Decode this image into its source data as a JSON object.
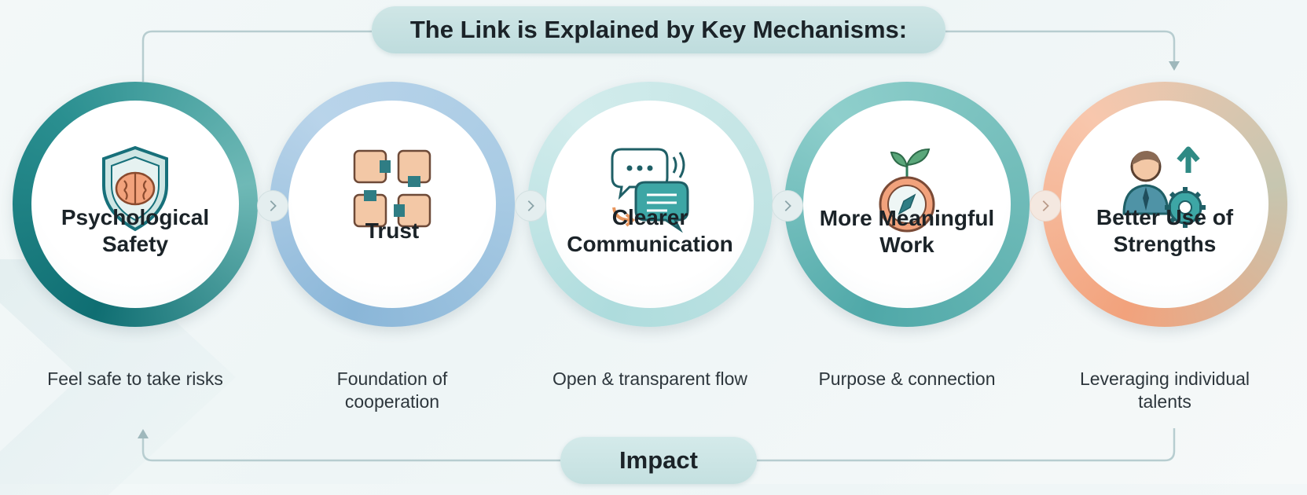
{
  "title": "The Link is Explained by Key Mechanisms:",
  "impact": "Impact",
  "mechanisms": [
    {
      "label": "Psychological Safety",
      "subtitle": "Feel safe to take risks",
      "icon": "brain-shield-icon"
    },
    {
      "label": "Trust",
      "subtitle": "Foundation of cooperation",
      "icon": "joined-hands-icon"
    },
    {
      "label": "Clearer Communication",
      "subtitle": "Open & transparent flow",
      "icon": "chat-bubbles-icon"
    },
    {
      "label": "More Meaningful Work",
      "subtitle": "Purpose & connection",
      "icon": "compass-sprout-icon"
    },
    {
      "label": "Better Use of Strengths",
      "subtitle": "Leveraging individual talents",
      "icon": "person-gear-arrow-icon"
    }
  ],
  "colors": {
    "psychological_safety": "#0f6e72",
    "trust": "#a9cbe4",
    "clearer_communication": "#c2e4e4",
    "meaningful_work": "#71bcb9",
    "strengths": "#f2a27c",
    "connector": "#b7cdd0"
  }
}
